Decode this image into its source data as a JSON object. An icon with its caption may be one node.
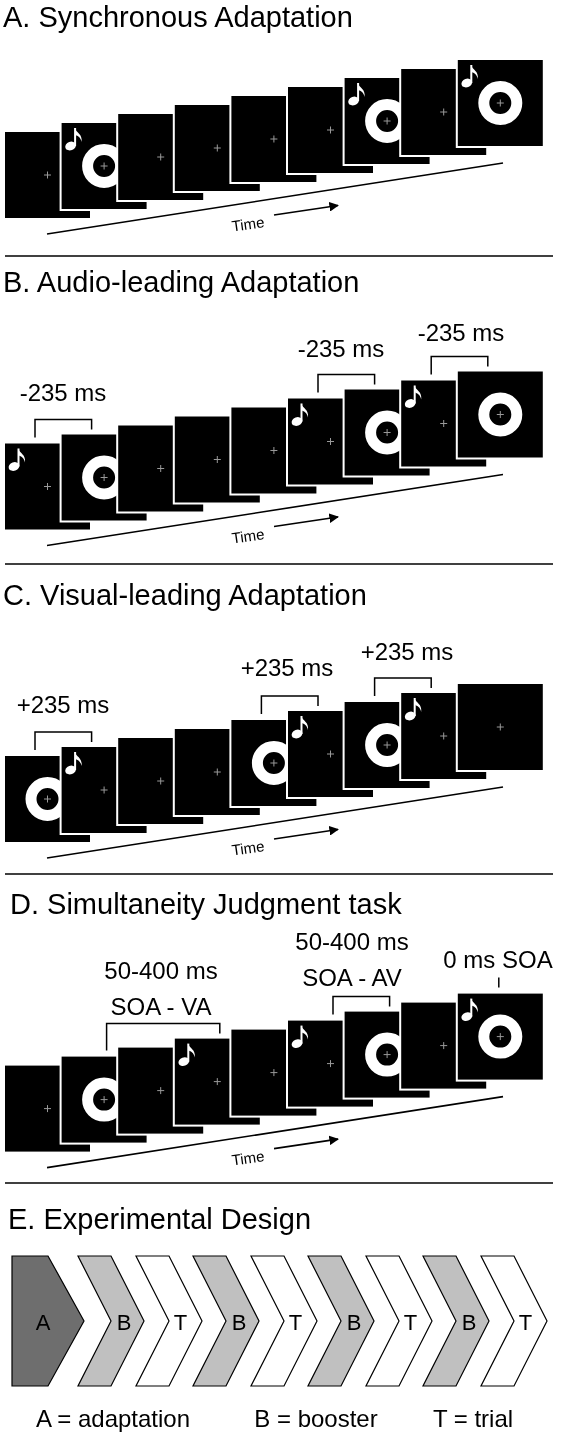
{
  "diagram": {
    "nodes": [
      {
        "text": [
          "A"
        ]
      },
      {
        "text": [
          "B"
        ]
      },
      {
        "text": [
          "T"
        ]
      },
      {
        "text": [
          "B"
        ]
      },
      {
        "text": [
          "T"
        ]
      },
      {
        "text": [
          "B"
        ]
      },
      {
        "text": [
          "T"
        ]
      },
      {
        "text": [
          "B"
        ]
      },
      {
        "text": [
          "T"
        ]
      }
    ],
    "labels": [
      "A. Synchronous Adaptation",
      "Time",
      "B. Audio-leading Adaptation",
      "-235 ms",
      "-235 ms",
      "-235 ms",
      "Time",
      "C. Visual-leading Adaptation",
      "+235 ms",
      "+235 ms",
      "+235 ms",
      "Time",
      "D. Simultaneity Judgment task",
      "50-400 ms SOA - VA",
      "50-400 ms SOA - AV",
      "0 ms SOA",
      "Time",
      "E. Experimental Design",
      "A = adaptation",
      "B = booster",
      "T = trial"
    ]
  }
}
